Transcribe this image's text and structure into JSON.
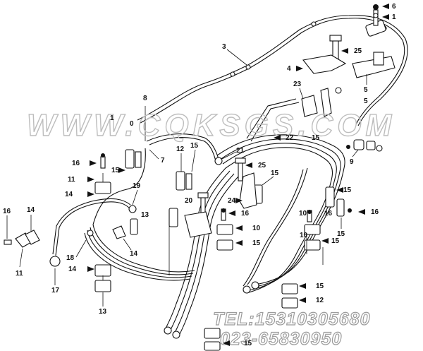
{
  "watermark": "WWW.CQKSGS.COM",
  "contact": {
    "tel": "TEL:15310305680",
    "phone": "023-65830950"
  },
  "callouts": [
    {
      "id": "c6",
      "text": "6"
    },
    {
      "id": "c1",
      "text": "1"
    },
    {
      "id": "c3",
      "text": "3"
    },
    {
      "id": "c25a",
      "text": "25"
    },
    {
      "id": "c4",
      "text": "4"
    },
    {
      "id": "c5a",
      "text": "5"
    },
    {
      "id": "c23",
      "text": "23"
    },
    {
      "id": "c5b",
      "text": "5"
    },
    {
      "id": "c8",
      "text": "8"
    },
    {
      "id": "c1b",
      "text": "1"
    },
    {
      "id": "c0",
      "text": "0"
    },
    {
      "id": "c7",
      "text": "7"
    },
    {
      "id": "c22",
      "text": "22"
    },
    {
      "id": "c15a",
      "text": "15"
    },
    {
      "id": "c9",
      "text": "9"
    },
    {
      "id": "c12a",
      "text": "12"
    },
    {
      "id": "c15b",
      "text": "15"
    },
    {
      "id": "c21",
      "text": "21"
    },
    {
      "id": "c16a",
      "text": "16"
    },
    {
      "id": "c15c",
      "text": "15"
    },
    {
      "id": "c25b",
      "text": "25"
    },
    {
      "id": "c11a",
      "text": "11"
    },
    {
      "id": "c15d",
      "text": "15"
    },
    {
      "id": "c14a",
      "text": "14"
    },
    {
      "id": "c19",
      "text": "19"
    },
    {
      "id": "c24",
      "text": "24"
    },
    {
      "id": "c15e",
      "text": "15"
    },
    {
      "id": "c16b",
      "text": "16"
    },
    {
      "id": "c14b",
      "text": "14"
    },
    {
      "id": "c13a",
      "text": "13"
    },
    {
      "id": "c20",
      "text": "20"
    },
    {
      "id": "c16c",
      "text": "16"
    },
    {
      "id": "c10a",
      "text": "10"
    },
    {
      "id": "c16d",
      "text": "16"
    },
    {
      "id": "c16e",
      "text": "16"
    },
    {
      "id": "c11b",
      "text": "11"
    },
    {
      "id": "c18",
      "text": "18"
    },
    {
      "id": "c14c",
      "text": "14"
    },
    {
      "id": "c10b",
      "text": "10"
    },
    {
      "id": "c15f",
      "text": "15"
    },
    {
      "id": "c15g",
      "text": "15"
    },
    {
      "id": "c17",
      "text": "17"
    },
    {
      "id": "c14d",
      "text": "14"
    },
    {
      "id": "c13b",
      "text": "13"
    },
    {
      "id": "c15h",
      "text": "15"
    },
    {
      "id": "c12b",
      "text": "12"
    },
    {
      "id": "c15i",
      "text": "15"
    },
    {
      "id": "c10c",
      "text": "10"
    },
    {
      "id": "c15j",
      "text": "15"
    }
  ]
}
